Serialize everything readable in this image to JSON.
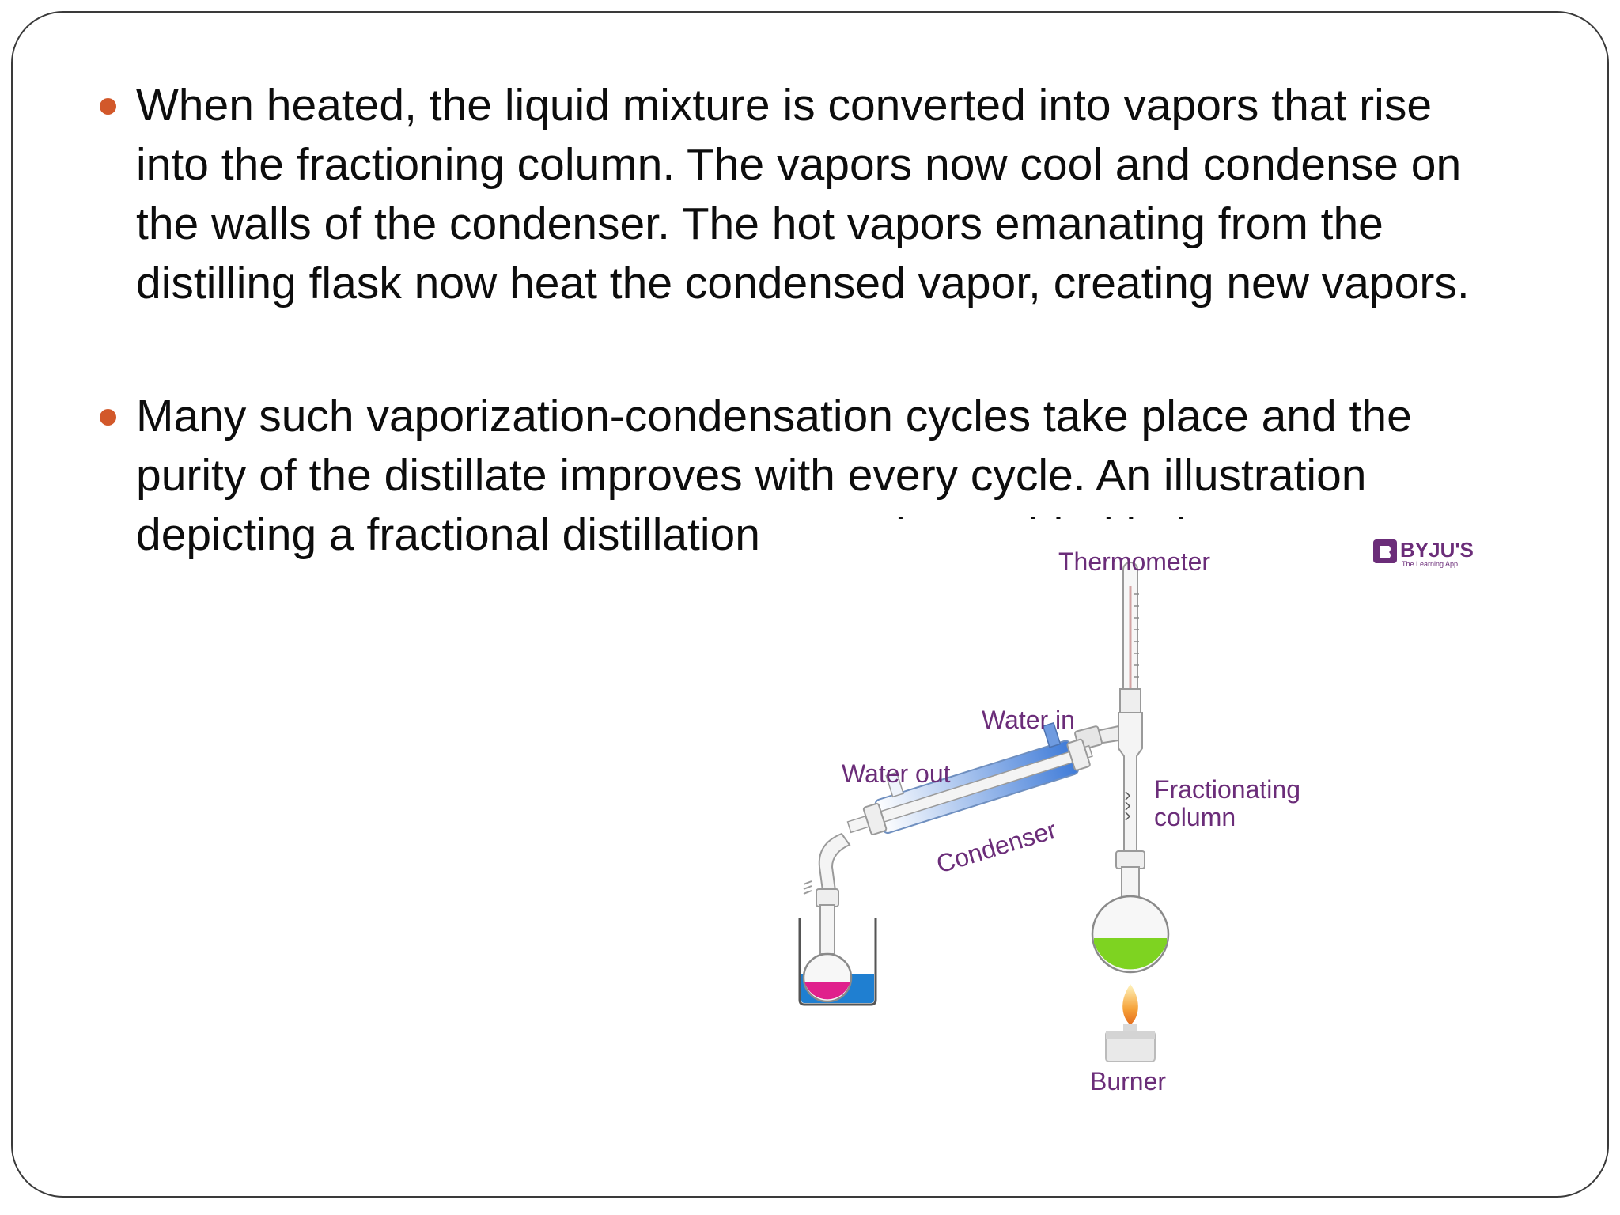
{
  "slide": {
    "bullets": [
      {
        "text": "When heated, the liquid mixture is converted into vapors that rise into the fractioning column. The vapors now cool and condense on the walls of the condenser. The hot vapors emanating from the distilling flask now heat the condensed vapor, creating new vapors."
      },
      {
        "text": "Many such vaporization-condensation cycles take place and the purity of the distillate improves with every cycle. An illustration depicting a fractional distillation setup is provided below."
      }
    ],
    "bullet_color": "#d2582a"
  },
  "diagram": {
    "labels": {
      "thermometer": "Thermometer",
      "water_in": "Water in",
      "water_out": "Water out",
      "fractionating_line1": "Fractionating",
      "fractionating_line2": "column",
      "condenser": "Condenser",
      "burner": "Burner"
    },
    "logo": {
      "text": "BYJU'S",
      "subtext": "The Learning App"
    },
    "colors": {
      "label": "#6b2d79",
      "distillate": "#e0208c",
      "cooling_bath": "#1f7fd1",
      "mixture": "#7ed321",
      "thermometer_bulb": "#c8102e",
      "condenser_jacket": "#3f7bd8"
    }
  }
}
